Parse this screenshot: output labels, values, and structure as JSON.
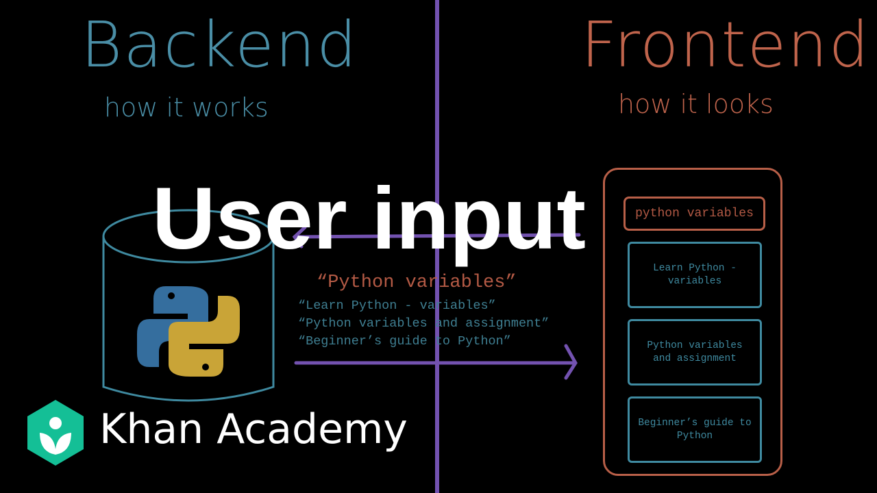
{
  "backend": {
    "title": "Backend",
    "subtitle": "how it works"
  },
  "frontend": {
    "title": "Frontend",
    "subtitle": "how it looks"
  },
  "query": "“Python variables”",
  "results": [
    "“Learn Python - variables”",
    "“Python variables and assignment”",
    "“Beginner’s guide to Python”"
  ],
  "phone": {
    "search_value": "python variables",
    "cards": [
      "Learn Python - variables",
      "Python variables and assignment",
      "Beginner’s guide to Python"
    ]
  },
  "video_title": "User input",
  "brand": {
    "name": "Khan Academy",
    "color": "#14bf96"
  },
  "colors": {
    "backend": "#4a8ea6",
    "frontend": "#c0644c",
    "divider": "#7352b0"
  }
}
